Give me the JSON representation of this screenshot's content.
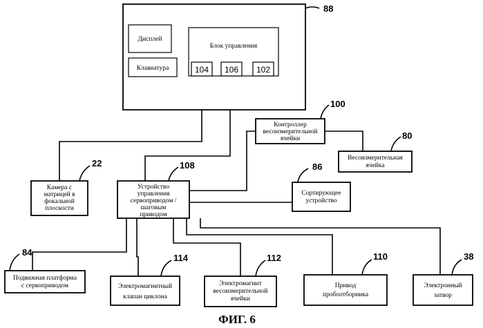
{
  "figure_caption": "ФИГ. 6",
  "main_unit": {
    "ref": "88",
    "display": "Дисплей",
    "keyboard": "Клавиатура",
    "control_block": "Блок управления",
    "ports": [
      "104",
      "106",
      "102"
    ]
  },
  "blocks": {
    "load_cell_controller": {
      "ref": "100",
      "lines": [
        "Контроллер",
        "весоизмерительной",
        "ячейки"
      ]
    },
    "load_cell": {
      "ref": "80",
      "lines": [
        "Весоизмерительная",
        "ячейка"
      ]
    },
    "camera": {
      "ref": "22",
      "lines": [
        "Камера с",
        "матрицей в",
        "фокальной",
        "плоскости"
      ]
    },
    "servo_controller": {
      "ref": "108",
      "lines": [
        "Устройство",
        "управления",
        "сервоприводом /",
        "шаговым",
        "приводом"
      ]
    },
    "sorter": {
      "ref": "86",
      "lines": [
        "Сортирующее",
        "устройство"
      ]
    },
    "platform": {
      "ref": "84",
      "lines": [
        "Подвижная платформа",
        "с сервоприводом"
      ]
    },
    "cyclone_valve": {
      "ref": "114",
      "lines": [
        "Электромагнитный",
        "клапан циклона"
      ]
    },
    "load_cell_magnet": {
      "ref": "112",
      "lines": [
        "Электромагнит",
        "весоизмерительной",
        "ячейки"
      ]
    },
    "sampler_drive": {
      "ref": "110",
      "lines": [
        "Привод",
        "пробоотборника"
      ]
    },
    "shutter": {
      "ref": "38",
      "lines": [
        "Электронный",
        "затвор"
      ]
    }
  }
}
